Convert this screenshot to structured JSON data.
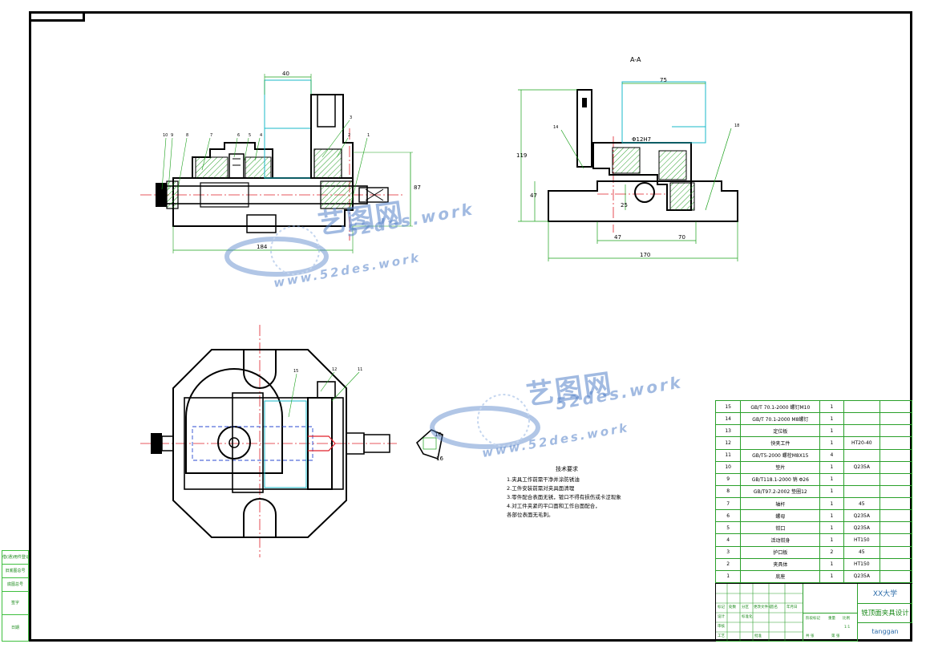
{
  "section_label": "A-A",
  "dimensions": {
    "front_top": "40",
    "front_right": "87",
    "front_bottom": "184",
    "side_top": "75",
    "side_height": "119",
    "side_left_low": "47",
    "side_mid_a": "47",
    "side_mid_b": "70",
    "side_inner": "25",
    "side_total": "170",
    "side_hole": "Φ12H7",
    "detail_a": "16",
    "detail_b": "16"
  },
  "balloons_front": [
    "10",
    "9",
    "8",
    "7",
    "6",
    "5",
    "4",
    "3",
    "2",
    "1"
  ],
  "balloons_side": [
    "14",
    "18"
  ],
  "balloons_top": [
    "15",
    "12",
    "11"
  ],
  "technical_notes": {
    "title": "技术要求",
    "lines": [
      "1.夹具工作前需干净并涂防锈油",
      "2.工件安装前需对夹具面清理",
      "3.零件配合表面无锈，镀口不得有损伤或卡涩现象",
      "4.对工件夹紧的平口面和工作台面配合，",
      "各部位表面无毛刺。"
    ]
  },
  "bom_rows": [
    {
      "no": "15",
      "std": "GB/T 70.1-2000 螺钉M10",
      "qty": "1",
      "mat": "",
      "rem": ""
    },
    {
      "no": "14",
      "std": "GB/T 70.1-2000 M8螺钉",
      "qty": "1",
      "mat": "",
      "rem": ""
    },
    {
      "no": "13",
      "std": "定位板",
      "qty": "1",
      "mat": "",
      "rem": ""
    },
    {
      "no": "12",
      "std": "快夹工件",
      "qty": "1",
      "mat": "HT20-40",
      "rem": ""
    },
    {
      "no": "11",
      "std": "GB/T5-2000 螺栓M8X15",
      "qty": "4",
      "mat": "",
      "rem": ""
    },
    {
      "no": "10",
      "std": "垫片",
      "qty": "1",
      "mat": "Q235A",
      "rem": ""
    },
    {
      "no": "9",
      "std": "GB/T118.1-2000 销 Φ26",
      "qty": "1",
      "mat": "",
      "rem": ""
    },
    {
      "no": "8",
      "std": "GB/T97.2-2002 垫圈12",
      "qty": "1",
      "mat": "",
      "rem": ""
    },
    {
      "no": "7",
      "std": "轴杆",
      "qty": "1",
      "mat": "45",
      "rem": ""
    },
    {
      "no": "6",
      "std": "螺母",
      "qty": "1",
      "mat": "Q235A",
      "rem": ""
    },
    {
      "no": "5",
      "std": "钳口",
      "qty": "1",
      "mat": "Q235A",
      "rem": ""
    },
    {
      "no": "4",
      "std": "活动钳身",
      "qty": "1",
      "mat": "HT150",
      "rem": ""
    },
    {
      "no": "3",
      "std": "护口板",
      "qty": "2",
      "mat": "45",
      "rem": ""
    },
    {
      "no": "2",
      "std": "夹具体",
      "qty": "1",
      "mat": "HT150",
      "rem": ""
    },
    {
      "no": "1",
      "std": "底座",
      "qty": "1",
      "mat": "Q235A",
      "rem": ""
    }
  ],
  "title_block": {
    "school": "XX大学",
    "title": "铣顶面夹具设计",
    "designer": "tanggan",
    "small_labels": [
      "标记",
      "处数",
      "分区",
      "更改文件号",
      "签名",
      "年月日",
      "设计",
      "标准化",
      "审核",
      "工艺",
      "批准",
      "阶段标记",
      "重量",
      "比例",
      "1:1",
      "共 张",
      "第 张"
    ]
  },
  "side_strip": [
    "借(通)用件登记",
    "旧底图总号",
    "底图总号",
    "签字",
    "日期"
  ],
  "watermark": {
    "cn": "艺图网",
    "url": "52des.work",
    "www": "www.52des.work"
  },
  "colors": {
    "frame": "#000000",
    "center_line": "#e0202a",
    "dim_line": "#1aa01a",
    "hidden_line": "#2a4ad0",
    "hatch": "#2aa02a",
    "cyan": "#18b8c8",
    "watermark": "#5482c8"
  }
}
